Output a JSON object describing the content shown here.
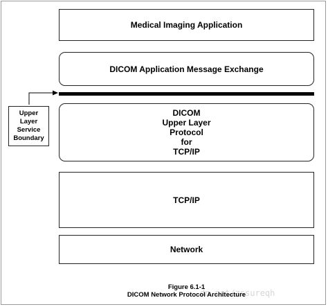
{
  "layers": {
    "application": "Medical Imaging Application",
    "message_exchange": "DICOM Application Message Exchange",
    "upper_layer": {
      "lines": [
        "DICOM",
        "Upper Layer",
        "Protocol",
        "for",
        "TCP/IP"
      ]
    },
    "transport": "TCP/IP",
    "network": "Network"
  },
  "boundary_label": {
    "lines": [
      "Upper",
      "Layer",
      "Service",
      "Boundary"
    ]
  },
  "caption": {
    "figure_number": "Figure 6.1-1",
    "title": "DICOM Network Protocol Architecture"
  },
  "watermark": "dn.net/zssureqh"
}
